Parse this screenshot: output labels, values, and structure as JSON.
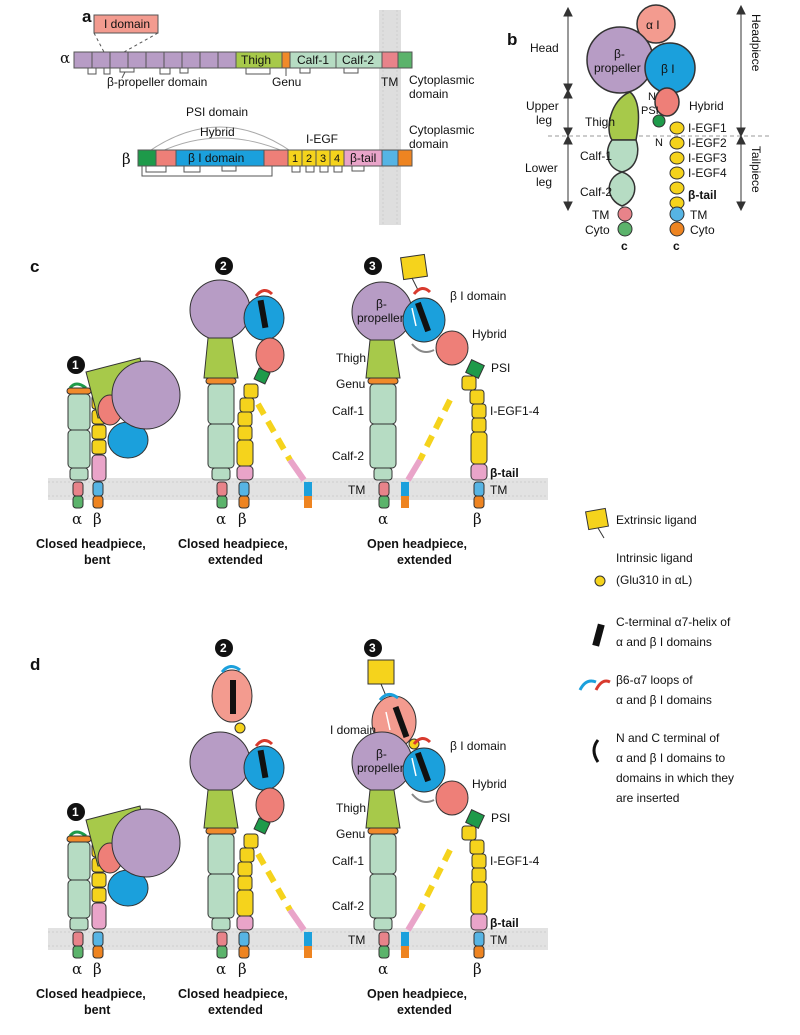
{
  "panels": {
    "a": "a",
    "b": "b",
    "c": "c",
    "d": "d"
  },
  "panel_a": {
    "alpha_symbol": "α",
    "beta_symbol": "β",
    "i_domain": "I domain",
    "thigh": "Thigh",
    "calf1": "Calf-1",
    "calf2": "Calf-2",
    "genu": "Genu",
    "beta_propeller_domain": "β-propeller domain",
    "tm": "TM",
    "cytoplasmic_domain_line1": "Cytoplasmic",
    "cytoplasmic_domain_line2": "domain",
    "psi_domain": "PSI domain",
    "hybrid": "Hybrid",
    "i_egf": "I-EGF",
    "beta_i_domain": "β I domain",
    "egf_numbers": [
      "1",
      "2",
      "3",
      "4"
    ],
    "beta_tail": "β-tail"
  },
  "panel_b": {
    "alpha_i": "α I",
    "beta_propeller_line1": "β-",
    "beta_propeller_line2": "propeller",
    "beta_i": "β I",
    "head": "Head",
    "upper_leg_line1": "Upper",
    "upper_leg_line2": "leg",
    "lower_leg_line1": "Lower",
    "lower_leg_line2": "leg",
    "thigh": "Thigh",
    "calf1": "Calf-1",
    "calf2": "Calf-2",
    "tm": "TM",
    "cyto": "Cyto",
    "n": "N",
    "psi": "PSI",
    "c": "c",
    "hybrid": "Hybrid",
    "i_egf1": "I-EGF1",
    "i_egf2": "I-EGF2",
    "i_egf3": "I-EGF3",
    "i_egf4": "I-EGF4",
    "beta_tail": "β-tail",
    "tm_right": "TM",
    "cyto_right": "Cyto",
    "headpiece": "Headpiece",
    "tailpiece": "Tailpiece"
  },
  "panel_c": {
    "steps": [
      "1",
      "2",
      "3"
    ],
    "alpha": "α",
    "beta": "β",
    "beta_propeller_line1": "β-",
    "beta_propeller_line2": "propeller",
    "beta_i_domain": "β I domain",
    "hybrid": "Hybrid",
    "thigh": "Thigh",
    "psi": "PSI",
    "genu": "Genu",
    "calf1": "Calf-1",
    "i_egf1_4": "I-EGF1-4",
    "calf2": "Calf-2",
    "beta_tail": "β-tail",
    "tm": "TM",
    "captions": [
      [
        "Closed headpiece,",
        "bent"
      ],
      [
        "Closed headpiece,",
        "extended"
      ],
      [
        "Open headpiece,",
        "extended"
      ]
    ]
  },
  "panel_d": {
    "steps": [
      "1",
      "2",
      "3"
    ],
    "alpha": "α",
    "beta": "β",
    "i_domain": "I domain",
    "beta_propeller_line1": "β-",
    "beta_propeller_line2": "propeller",
    "beta_i_domain": "β I domain",
    "hybrid": "Hybrid",
    "thigh": "Thigh",
    "psi": "PSI",
    "genu": "Genu",
    "calf1": "Calf-1",
    "i_egf1_4": "I-EGF1-4",
    "calf2": "Calf-2",
    "beta_tail": "β-tail",
    "tm": "TM",
    "captions": [
      [
        "Closed headpiece,",
        "bent"
      ],
      [
        "Closed headpiece,",
        "extended"
      ],
      [
        "Open headpiece,",
        "extended"
      ]
    ]
  },
  "legend": {
    "extrinsic_ligand": "Extrinsic ligand",
    "intrinsic_ligand_line1": "Intrinsic ligand",
    "intrinsic_ligand_line2": "(Glu310 in αL)",
    "helix_line1": "C-terminal α7-helix of",
    "helix_line2": "α and β I domains",
    "loops_line1": "β6-α7 loops of",
    "loops_line2": "α and β I domains",
    "nc_line1": "N and C terminal of",
    "nc_line2": "α and β I domains to",
    "nc_line3": "domains in which they",
    "nc_line4": "are inserted"
  },
  "colors": {
    "propeller": "#b79cc5",
    "thigh": "#a7c94a",
    "genu": "#f08a2a",
    "calf": "#b6dcc3",
    "tm": "#e8838a",
    "cyto_alpha": "#5bb36b",
    "psi": "#1e9a4a",
    "beta_i": "#1ba0dc",
    "hybrid": "#ee7f78",
    "egf": "#f5d31c",
    "beta_tail": "#e9a4c9",
    "tm_beta": "#56b4e4",
    "cyto_beta": "#ee8421",
    "membrane": "#e2e2e2",
    "alpha_i": "#f39b8f"
  }
}
